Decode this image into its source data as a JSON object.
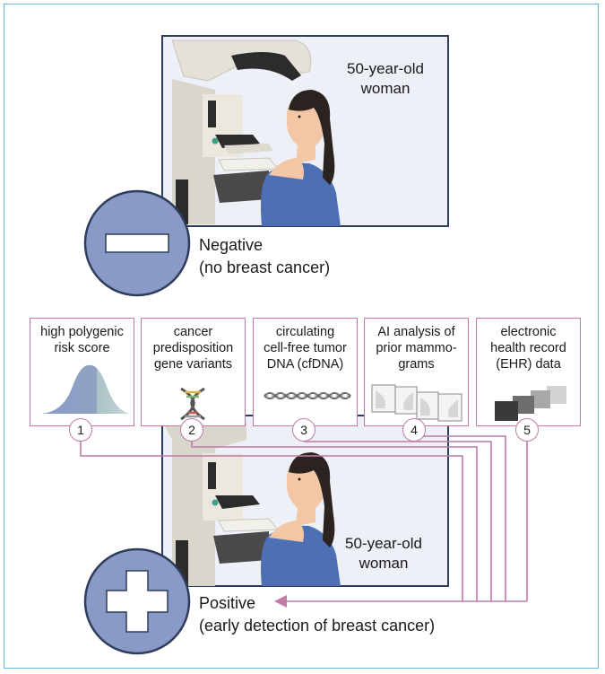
{
  "top_panel": {
    "subject_line1": "50-year-old",
    "subject_line2": "woman",
    "result_title": "Negative",
    "result_sub": "(no breast cancer)",
    "symbol": "minus"
  },
  "bottom_panel": {
    "subject_line1": "50-year-old",
    "subject_line2": "woman",
    "result_title": "Positive",
    "result_sub": "(early detection of breast cancer)",
    "symbol": "plus"
  },
  "factors": [
    {
      "number": "1",
      "lines": [
        "high polygenic",
        "risk score"
      ],
      "graphic": "bell-curve-icon"
    },
    {
      "number": "2",
      "lines": [
        "cancer",
        "predisposition",
        "gene variants"
      ],
      "graphic": "dna-helix-icon"
    },
    {
      "number": "3",
      "lines": [
        "circulating",
        "cell-free tumor",
        "DNA (cfDNA)"
      ],
      "graphic": "dna-strands-icon"
    },
    {
      "number": "4",
      "lines": [
        "AI analysis of",
        "prior mammo-",
        "grams"
      ],
      "graphic": "mammogram-images-icon"
    },
    {
      "number": "5",
      "lines": [
        "electronic",
        "health record",
        "(EHR) data"
      ],
      "graphic": "ehr-squares-icon"
    }
  ],
  "colors": {
    "frame": "#6fb7d6",
    "panel_border": "#2e3d5c",
    "panel_bg": "#eef0f8",
    "circle": "#8a9ac6",
    "connector": "#c07aa6",
    "shirt": "#4d6fb4",
    "machine": "#e6e3da"
  }
}
